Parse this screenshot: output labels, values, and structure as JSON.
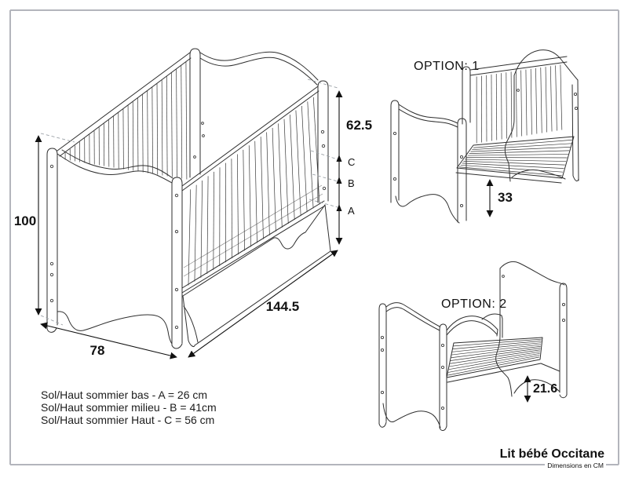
{
  "main_view": {
    "dim_height": "100",
    "dim_width": "78",
    "dim_length": "144.5",
    "dim_rail_height": "62.5",
    "mark_a": "A",
    "mark_b": "B",
    "mark_c": "C"
  },
  "option1": {
    "label": "OPTION: 1",
    "dim_floor_to_base": "33"
  },
  "option2": {
    "label": "OPTION: 2",
    "dim_floor_to_base": "21.6"
  },
  "notes": [
    "Sol/Haut sommier bas - A = 26 cm",
    "Sol/Haut sommier milieu - B = 41cm",
    "Sol/Haut sommier Haut - C = 56 cm"
  ],
  "title_block": {
    "title": "Lit bébé Occitane",
    "subtitle": "Dimensions en CM"
  },
  "colors": {
    "line": "#2e2e2e",
    "dimension": "#111111",
    "frame": "#b3b5bc",
    "leader": "#9aa0a6"
  }
}
